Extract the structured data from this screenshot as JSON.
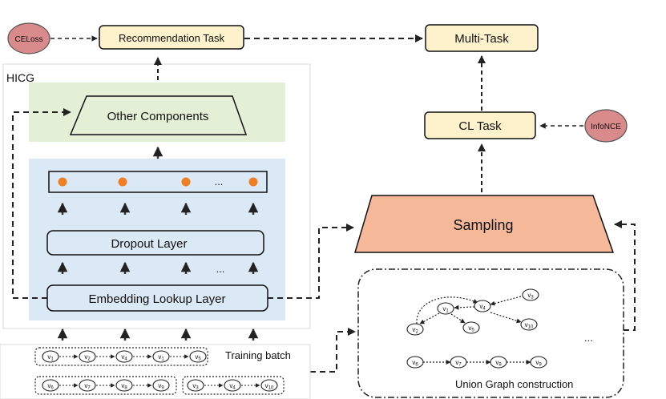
{
  "diagram": {
    "tasks": {
      "recommendation": "Recommendation Task",
      "multi_task": "Multi-Task",
      "cl_task": "CL Task"
    },
    "losses": {
      "ce": "CELoss",
      "infonce": "InfoNCE"
    },
    "hicg": {
      "title": "HICG",
      "other_components": "Other  Components",
      "dropout_layer": "Dropout Layer",
      "embedding_layer": "Embedding Lookup Layer",
      "ellipsis": "..."
    },
    "sampling": "Sampling",
    "training_batch": {
      "label": "Training batch",
      "seq1": [
        "v1",
        "v2",
        "v4",
        "v1",
        "v5"
      ],
      "seq2": [
        "v6",
        "v7",
        "v8",
        "v9"
      ],
      "seq3": [
        "v3",
        "v4",
        "v10"
      ]
    },
    "union_graph": {
      "label": "Union Graph construction",
      "ellipsis": "...",
      "nodes": {
        "a": "v1",
        "b": "v4",
        "c": "v3",
        "d": "v2",
        "e": "v5",
        "f": "v10",
        "g": "v6",
        "h": "v7",
        "i": "v8",
        "j": "v9"
      }
    },
    "colors": {
      "task_fill": "#fdf2cc",
      "loss_fill": "#d98a8a",
      "hicg_green": "#e3f0d6",
      "hicg_blue": "#dbe8f5",
      "sampling_fill": "#f5b99a",
      "dot": "#f07f24"
    }
  }
}
